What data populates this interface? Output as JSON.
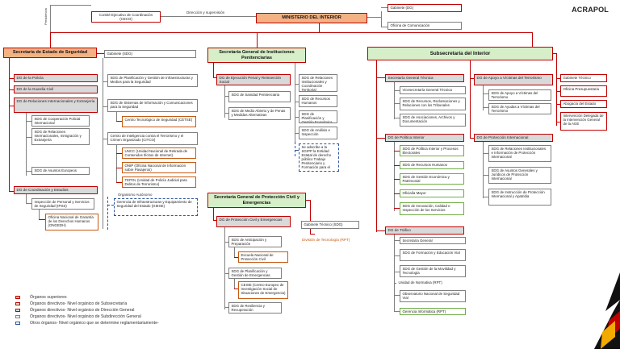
{
  "logo": "ACRAPOL",
  "top": {
    "comite": "Comité Ejecutivo de Coordinación (CECO)",
    "direccion_label": "Dirección y supervisión",
    "ministerio": "MINISTERIO DEL INTERIOR",
    "gabinete": "Gabinete (DG)",
    "oficina_com": "Oficina de Comunicación",
    "presidencia": "Presidencia"
  },
  "seguridad": {
    "title": "Secretaría de Estado de Seguridad",
    "gabinete": "Gabinete (SDG)",
    "dg_policia": "DG de la Policía",
    "dg_guardia": "DG de la Guardia Civil",
    "dg_relaciones": "DG de Relaciones Internacionales y Extranjería",
    "sdg_cooperacion": "SDG de Cooperación Policial Internacional",
    "sdg_relaciones": "SDG de Relaciones Internacionales, Inmigración y Extranjería",
    "sdg_europeos": "SDG de Asuntos Europeos",
    "dg_coordinacion": "DG de Coordinación y Estudios",
    "inspeccion": "Inspección de Personal y Servicios de Seguridad (IPSS)",
    "oficina_ddhh": "Oficina Nacional de Garantía de los Derechos Humanos (ONGEDH)",
    "sdg_planificacion": "SDG de Planificación y Gestión de Infraestructuras y Medios para la Seguridad",
    "sdg_sistemas": "SDG de Sistemas de Información y Comunicaciones para la Seguridad",
    "cetse": "Centro Tecnológico de Seguridad (CETSE)",
    "citco": "Centro de Inteligencia contra el Terrorismo y el Crimen Organizado (CITCO)",
    "uncc": "UNCC (Unidad Nacional de Retirada de Contenidos Ilícitos de Internet)",
    "onip": "ONIP (Oficina Nacional de Información sobre Pasajeros)",
    "tepol": "TEPOL (Unidad de Policía Judicial para Delitos de Terrorismo)",
    "organismo_label": "Organismo Autónomo",
    "giese": "Gerencia de Infraestructuras y Equipamiento de Seguridad del Estado (GIESE)"
  },
  "penitenciarias": {
    "title": "Secretaría General de Instituciones Penitenciarias",
    "dg_ejecucion": "DG de Ejecución Penal y Reinserción Social",
    "sdg_sanidad": "SDG de Sanidad Penitenciaria",
    "sdg_medio": "SDG de Medio Abierto y de Penas y Medidas Alternativas",
    "sdg_relaciones": "SDG de Relaciones Institucionales y Coordinación Territorial",
    "sdg_recursos": "SDG de Recursos Humanos",
    "sdg_planificacion": "SDG de Planificación y Gestión Económica",
    "sdg_analisis": "SDG de Análisis e Inspección",
    "trabajo": "Se adscribe a la SGIPP la Entidad Estatal de derecho público Trabajo Penitenciario y Formación para el Empleo"
  },
  "proteccion_civil": {
    "title": "Secretaría General de Protección Civil y Emergencias",
    "dg": "DG de Protección Civil y Emergencias",
    "sdg_anticipacion": "SDG de Anticipación y Preparación",
    "escuela": "Escuela Nacional de Protección Civil",
    "sdg_planificacion": "SDG de Planificación y Gestión de Emergencias",
    "cerise": "CEISE (Centro Europeo de Investigación Social de Situaciones de Emergencia)",
    "sdg_resiliencia": "SDG de Resiliencia y Recuperación",
    "gabinete": "Gabinete Técnico (SDG)",
    "division": "División de Tecnología (RPT)"
  },
  "subsecretaria": {
    "title": "Subsecretaría del Interior",
    "sg_tecnica": "Secretaría General Técnica",
    "vicesecretaria": "Vicesecretaría General Técnica",
    "sdg_recursos": "SDG de Recursos, Reclamaciones y Relaciones con los Tribunales",
    "sdg_asociaciones": "SDG de Asociaciones, Archivos y Documentación",
    "dg_apoyo": "DG de Apoyo a Víctimas del Terrorismo",
    "sdg_apoyo": "SDG de Apoyo a Víctimas del Terrorismo",
    "sdg_ayudas": "SDG de Ayudas a Víctimas del Terrorismo",
    "gabinete_tec": "Gabinete Técnico",
    "oficina_pres": "Oficina Presupuestaria",
    "abogacia": "Abogacía del Estado",
    "intervencion": "Intervención Delegada de la Intervención General de la AGE",
    "dg_politica": "DG de Política Interior",
    "sdg_politica": "SDG de Política Interior y Procesos Electorales",
    "sdg_rrhh": "SDG de Recursos Humanos",
    "sdg_gestion_eco": "SDG de Gestión Económica y Patrimonial",
    "oficialia": "Oficialía Mayor",
    "sdg_innovacion": "SDG de Innovación, Calidad e Inspección de los Servicios",
    "dg_proteccion": "DG de Protección Internacional",
    "sdg_relaciones": "SDG de Relaciones Institucionales e Información de Protección Internacional",
    "sdg_asuntos": "SDG de Asuntos Generales y Jurídicos de Protección Internacional",
    "sdg_instruccion": "SDG de Instrucción de Protección Internacional y Apatridia",
    "dg_trafico": "DG de Tráfico",
    "secretaria_gral": "Secretaría General",
    "sdg_formacion": "SDG de Formación y Educación Vial",
    "sdg_movilidad": "SDG de Gestión de la Movilidad y Tecnología",
    "unidad_normativa": "Unidad de Normativa (RPT)",
    "observatorio": "Observatorio Nacional de Seguridad Vial",
    "gerencia_inf": "Gerencia Informática (RPT)"
  },
  "legend": [
    {
      "label": "Órganos superiores",
      "color": "#f4b183",
      "border": "#c00000"
    },
    {
      "label": "Órganos directivos- Nivel orgánico de Subsecretaría",
      "color": "#d6efc8",
      "border": "#c00000"
    },
    {
      "label": "Órganos directivos- Nivel orgánico de Dirección General",
      "color": "#d9d9d9",
      "border": "#c00000"
    },
    {
      "label": "Órganos directivos- Nivel orgánico de Subdirección General",
      "color": "#ffffff",
      "border": "#7f7f7f"
    },
    {
      "label": "Otros órganos- Nivel orgánico que se determine reglamentariamente-",
      "color": "#ffffff",
      "border": "#2f5597"
    }
  ]
}
